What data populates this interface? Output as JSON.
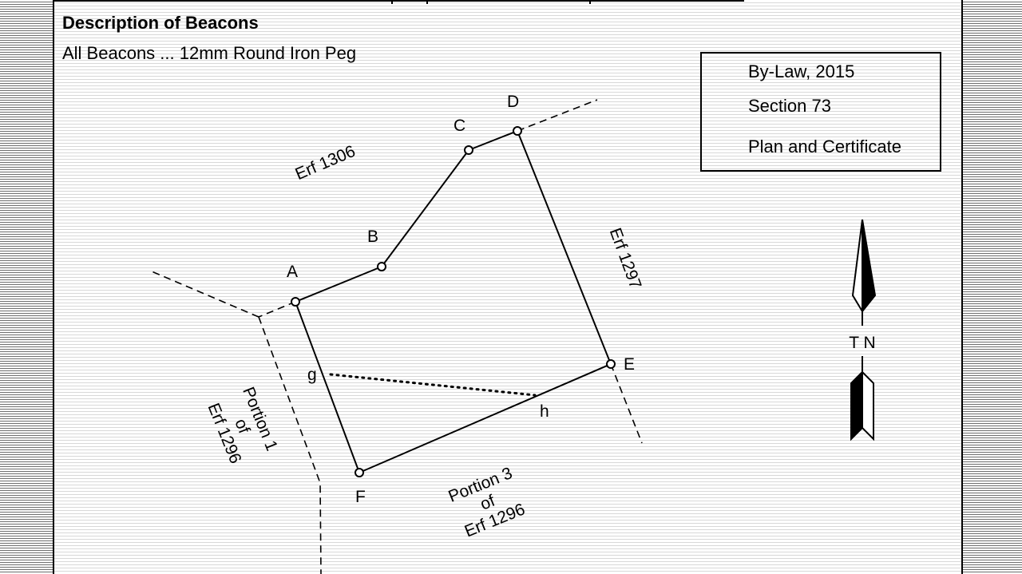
{
  "title": "Description of Beacons",
  "subtitle": "All Beacons ... 12mm Round Iron Peg",
  "info_box": {
    "line1": "By-Law, 2015",
    "line2": "Section 73",
    "line3": "Plan and Certificate"
  },
  "beacons": {
    "A": "A",
    "B": "B",
    "C": "C",
    "D": "D",
    "E": "E",
    "F": "F",
    "g": "g",
    "h": "h"
  },
  "parcels": {
    "erf_1306": "Erf 1306",
    "erf_1297": "Erf 1297",
    "portion1": [
      "Portion 1",
      "of",
      "Erf 1296"
    ],
    "portion3": [
      "Portion 3",
      "of",
      "Erf 1296"
    ]
  },
  "north_arrow": {
    "label": "T N",
    "icon": "north-arrow-icon"
  },
  "colors": {
    "line": "#000000",
    "stripe": "#6f6f6f"
  }
}
